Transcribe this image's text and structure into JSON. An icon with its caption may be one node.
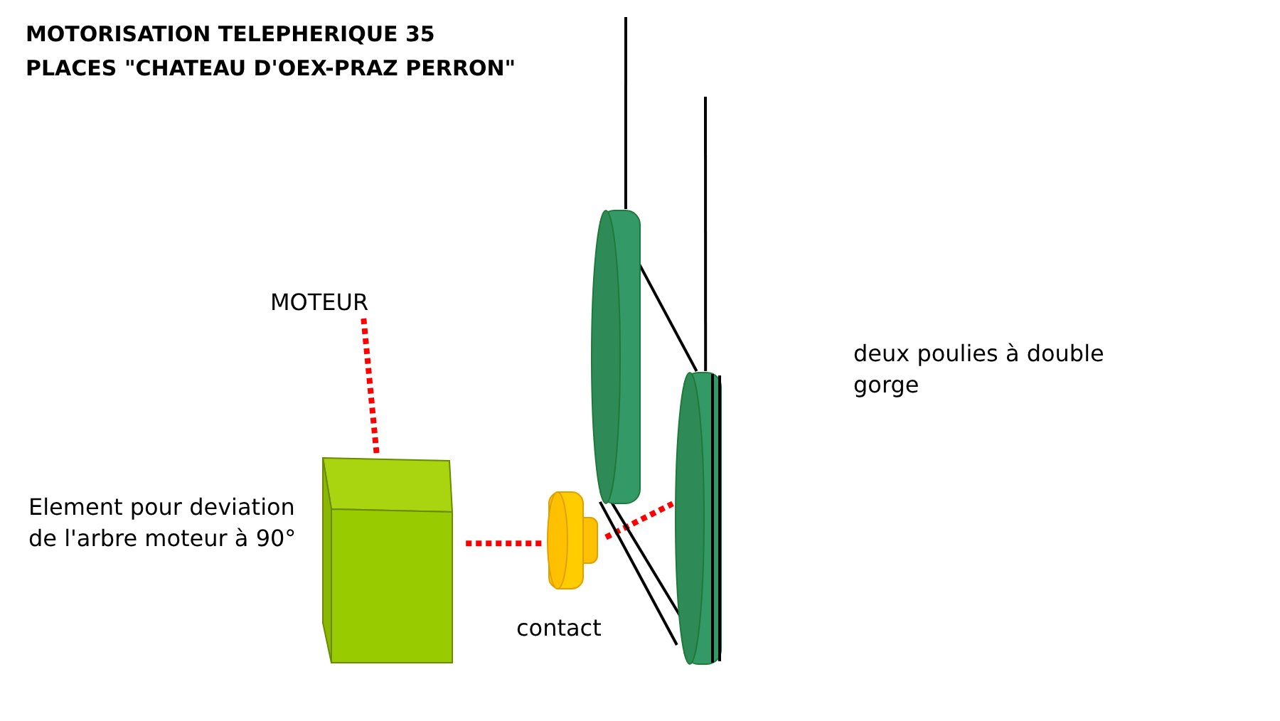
{
  "diagram": {
    "title": "MOTORISATION TELEPHERIQUE 35 PLACES \"CHATEAU D'OEX-PRAZ PERRON\"",
    "nodes": [
      {
        "text": [
          "MOTEUR"
        ]
      },
      {
        "text": [],
        "shape": "box",
        "beside": [
          "Element pour deviation de l'arbre moteur à 90°"
        ]
      },
      {
        "text": [],
        "shape": "cylinder",
        "beside": [
          "contact"
        ]
      },
      {
        "text": [],
        "shape": "cylinder"
      },
      {
        "text": [],
        "shape": "cylinder"
      }
    ],
    "edges": [
      {
        "from": 0,
        "to": 1,
        "arrow": "none",
        "style": "dashed",
        "color": "#ff0000"
      },
      {
        "from": 1,
        "to": 2,
        "arrow": "none",
        "style": "dashed",
        "color": "#ff0000"
      },
      {
        "from": 2,
        "to": 4,
        "arrow": "none",
        "style": "dashed",
        "color": "#ff0000"
      },
      {
        "from": 3,
        "to": 4,
        "arrow": "none"
      },
      {
        "from": 3,
        "to": 4,
        "arrow": "none"
      },
      {
        "from": 3,
        "to": 4,
        "arrow": "none"
      },
      {
        "from": 3,
        "to": null,
        "arrow": "none"
      },
      {
        "from": 4,
        "to": null,
        "arrow": "none"
      }
    ],
    "labels": [
      "deux poulies à double gorge"
    ]
  }
}
